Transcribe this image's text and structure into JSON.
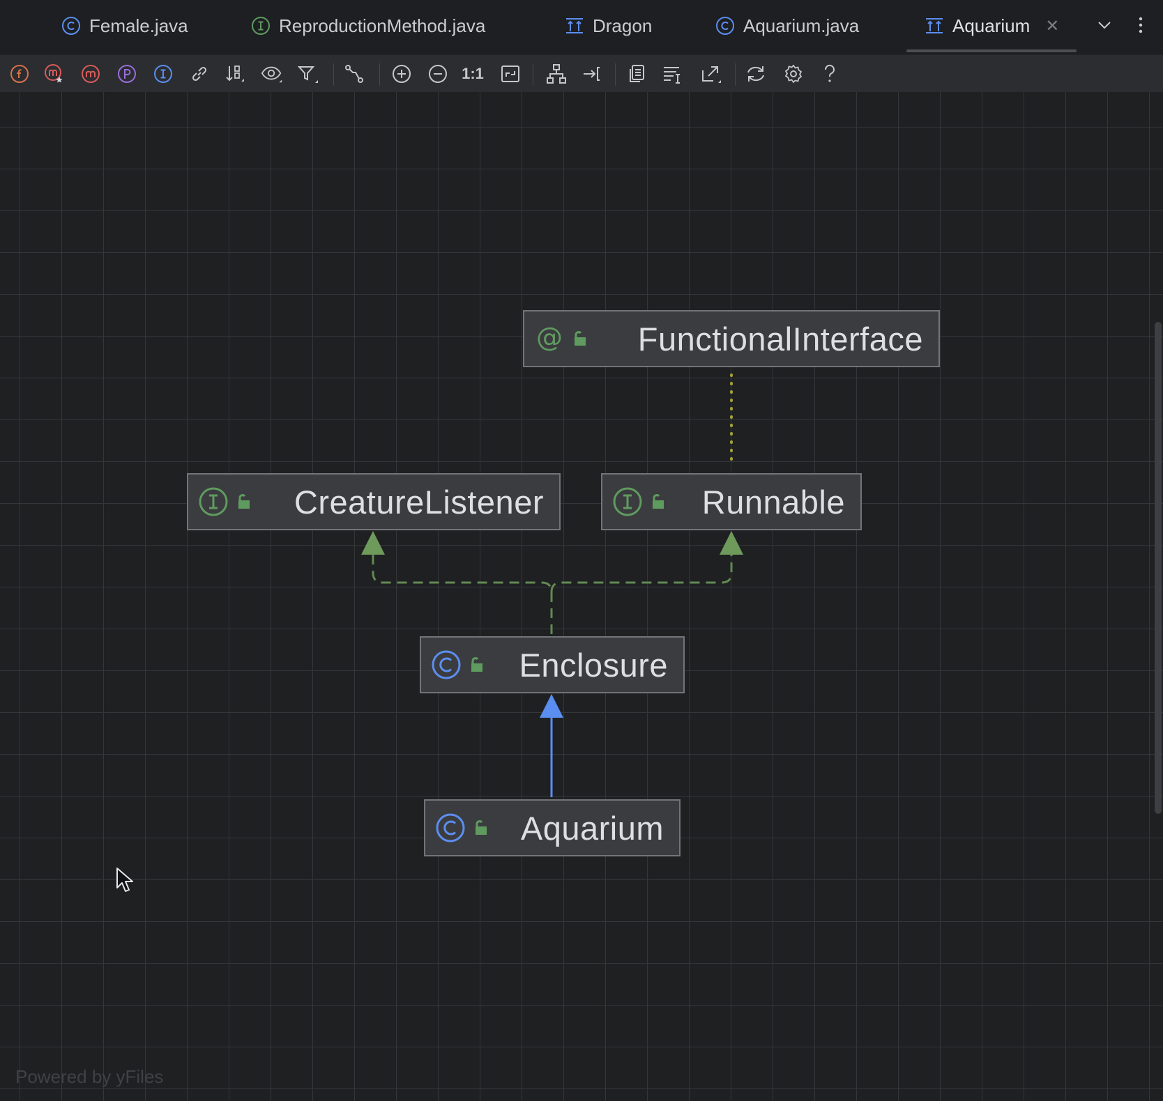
{
  "tabs": [
    {
      "label": "Female.java",
      "icon": "class-icon",
      "active": false
    },
    {
      "label": "ReproductionMethod.java",
      "icon": "interface-icon",
      "active": false
    },
    {
      "label": "Dragon",
      "icon": "diagram-icon",
      "active": false
    },
    {
      "label": "Aquarium.java",
      "icon": "class-icon",
      "active": false
    },
    {
      "label": "Aquarium",
      "icon": "diagram-icon",
      "active": true
    }
  ],
  "toolbar": {
    "actual_size_label": "1:1",
    "buttons": [
      "fields-icon",
      "constructors-icon",
      "methods-icon",
      "properties-icon",
      "inner-classes-icon",
      "dependencies-icon",
      "sort-icon",
      "visibility-icon",
      "filter-icon",
      "edge-mode-icon",
      "zoom-in-icon",
      "zoom-out-icon",
      "actual-size-icon",
      "fit-content-icon",
      "layout-icon",
      "apply-layout-icon",
      "copy-diagram-icon",
      "show-members-icon",
      "export-icon",
      "refresh-icon",
      "settings-icon",
      "help-icon"
    ]
  },
  "diagram": {
    "nodes": [
      {
        "id": "functional",
        "label": "FunctionalInterface",
        "kind": "annotation",
        "kind_symbol": "@"
      },
      {
        "id": "creature",
        "label": "CreatureListener",
        "kind": "interface",
        "kind_symbol": "I"
      },
      {
        "id": "runnable",
        "label": "Runnable",
        "kind": "interface",
        "kind_symbol": "I"
      },
      {
        "id": "enclosure",
        "label": "Enclosure",
        "kind": "class",
        "kind_symbol": "C"
      },
      {
        "id": "aquarium",
        "label": "Aquarium",
        "kind": "class",
        "kind_symbol": "C"
      }
    ],
    "edges": [
      {
        "from": "runnable",
        "to": "functional",
        "type": "annotation"
      },
      {
        "from": "enclosure",
        "to": "creature",
        "type": "implements"
      },
      {
        "from": "enclosure",
        "to": "runnable",
        "type": "implements"
      },
      {
        "from": "aquarium",
        "to": "enclosure",
        "type": "extends"
      }
    ],
    "colors": {
      "class": "#5c8ef0",
      "interface": "#5f9b5f",
      "annotation": "#5f9b5f",
      "implements_edge": "#628a52",
      "extends_edge": "#5a8ef0",
      "annotation_edge": "#a3a03a"
    }
  },
  "watermark": "Powered by yFiles"
}
